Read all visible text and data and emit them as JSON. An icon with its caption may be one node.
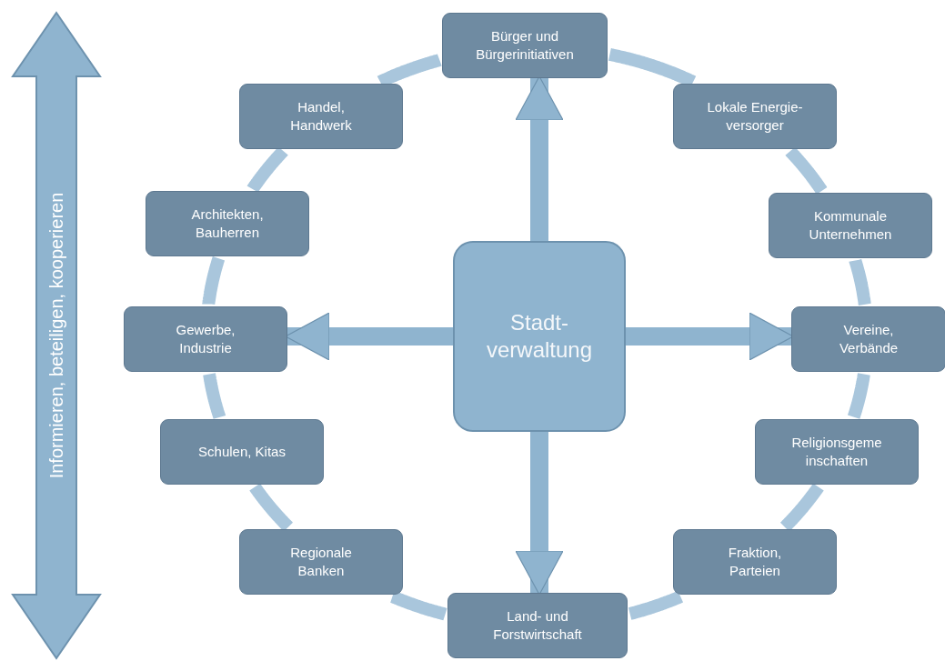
{
  "diagram": {
    "nodes": [
      {
        "text": [
          "Informieren, beteiligen, kooperieren"
        ]
      },
      {
        "text": [
          "Bürger und Bürgerinitiativen"
        ]
      },
      {
        "text": [
          "Handel, Handwerk"
        ]
      },
      {
        "text": [
          "Lokale Energie- versorger"
        ]
      },
      {
        "text": [
          "Architekten, Bauherren"
        ]
      },
      {
        "text": [
          "Kommunale Unternehmen"
        ]
      },
      {
        "text": [
          "Stadt- verwaltung"
        ]
      },
      {
        "text": [
          "Gewerbe, Industrie"
        ]
      },
      {
        "text": [
          "Vereine, Verbände"
        ]
      },
      {
        "text": [
          "Schulen, Kitas"
        ]
      },
      {
        "text": [
          "Religionsgeme inschaften"
        ]
      },
      {
        "text": [
          "Regionale Banken"
        ]
      },
      {
        "text": [
          "Fraktion, Parteien"
        ]
      },
      {
        "text": [
          "Land- und Forstwirtschaft"
        ]
      }
    ],
    "edges": [
      {
        "from": 6,
        "to": 1,
        "arrow": "to"
      },
      {
        "from": 6,
        "to": 8,
        "arrow": "to"
      },
      {
        "from": 6,
        "to": 7,
        "arrow": "to"
      },
      {
        "from": 6,
        "to": 13,
        "arrow": "to"
      },
      {
        "from": 1,
        "to": 3,
        "arrow": "none"
      },
      {
        "from": 3,
        "to": 5,
        "arrow": "none"
      },
      {
        "from": 5,
        "to": 8,
        "arrow": "none"
      },
      {
        "from": 8,
        "to": 10,
        "arrow": "none"
      },
      {
        "from": 10,
        "to": 12,
        "arrow": "none"
      },
      {
        "from": 12,
        "to": 13,
        "arrow": "none"
      },
      {
        "from": 13,
        "to": 11,
        "arrow": "none"
      },
      {
        "from": 11,
        "to": 9,
        "arrow": "none"
      },
      {
        "from": 9,
        "to": 7,
        "arrow": "none"
      },
      {
        "from": 7,
        "to": 4,
        "arrow": "none"
      },
      {
        "from": 4,
        "to": 2,
        "arrow": "none"
      },
      {
        "from": 2,
        "to": 1,
        "arrow": "none"
      }
    ]
  }
}
